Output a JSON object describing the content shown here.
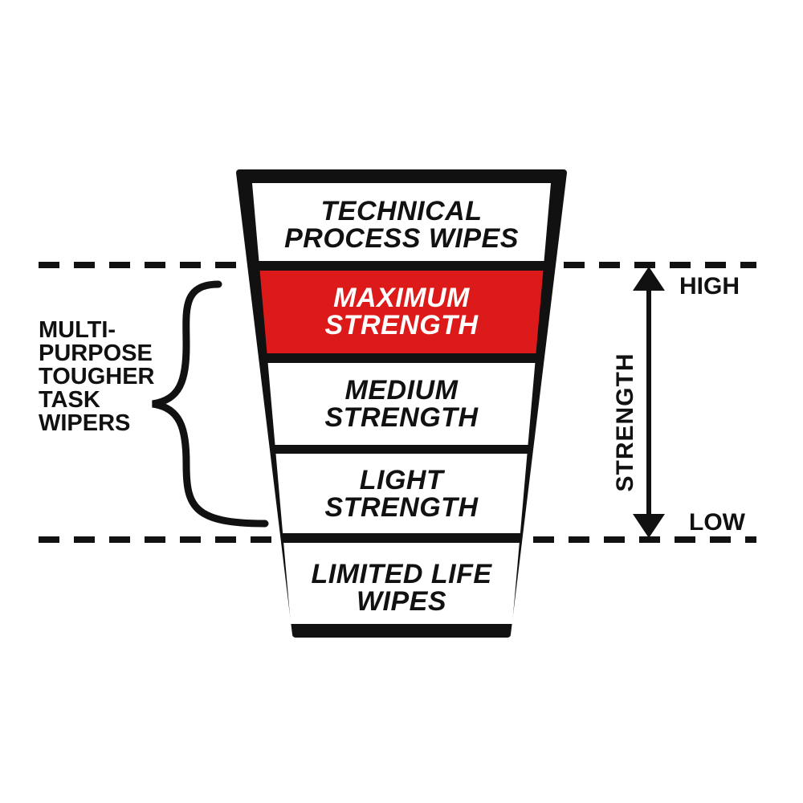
{
  "colors": {
    "ink": "#111111",
    "highlight": "#dd1a1a",
    "paper": "#ffffff"
  },
  "tiers": [
    {
      "lines": [
        "TECHNICAL",
        "PROCESS WIPES"
      ],
      "highlight": false
    },
    {
      "lines": [
        "MAXIMUM",
        "STRENGTH"
      ],
      "highlight": true
    },
    {
      "lines": [
        "MEDIUM",
        "STRENGTH"
      ],
      "highlight": false
    },
    {
      "lines": [
        "LIGHT",
        "STRENGTH"
      ],
      "highlight": false
    },
    {
      "lines": [
        "LIMITED LIFE",
        "WIPES"
      ],
      "highlight": false
    }
  ],
  "group_label": {
    "lines": [
      "MULTI-",
      "PURPOSE",
      "TOUGHER",
      "TASK",
      "WIPERS"
    ]
  },
  "scale": {
    "high_label": "HIGH",
    "low_label": "LOW",
    "axis_label": "STRENGTH"
  }
}
